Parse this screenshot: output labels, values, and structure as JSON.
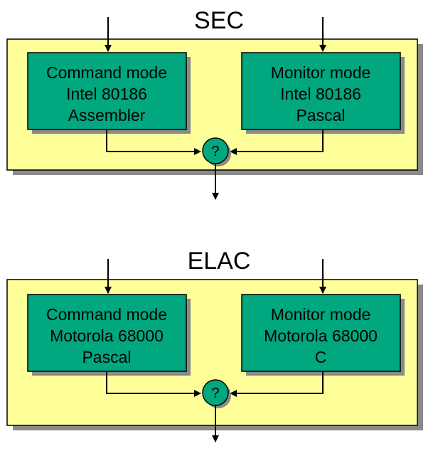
{
  "colors": {
    "panel_fill": "#FFFF99",
    "box_fill": "#00A77F",
    "shadow": "#8A8A8A",
    "line": "#000000"
  },
  "panels": [
    {
      "title": "SEC",
      "left_box": {
        "lines": [
          "Command mode",
          "Intel 80186",
          "Assembler"
        ]
      },
      "right_box": {
        "lines": [
          "Monitor mode",
          "Intel 80186",
          "Pascal"
        ]
      },
      "comparator": "?"
    },
    {
      "title": "ELAC",
      "left_box": {
        "lines": [
          "Command mode",
          "Motorola 68000",
          "Pascal"
        ]
      },
      "right_box": {
        "lines": [
          "Monitor mode",
          "Motorola 68000",
          "C"
        ]
      },
      "comparator": "?"
    }
  ]
}
